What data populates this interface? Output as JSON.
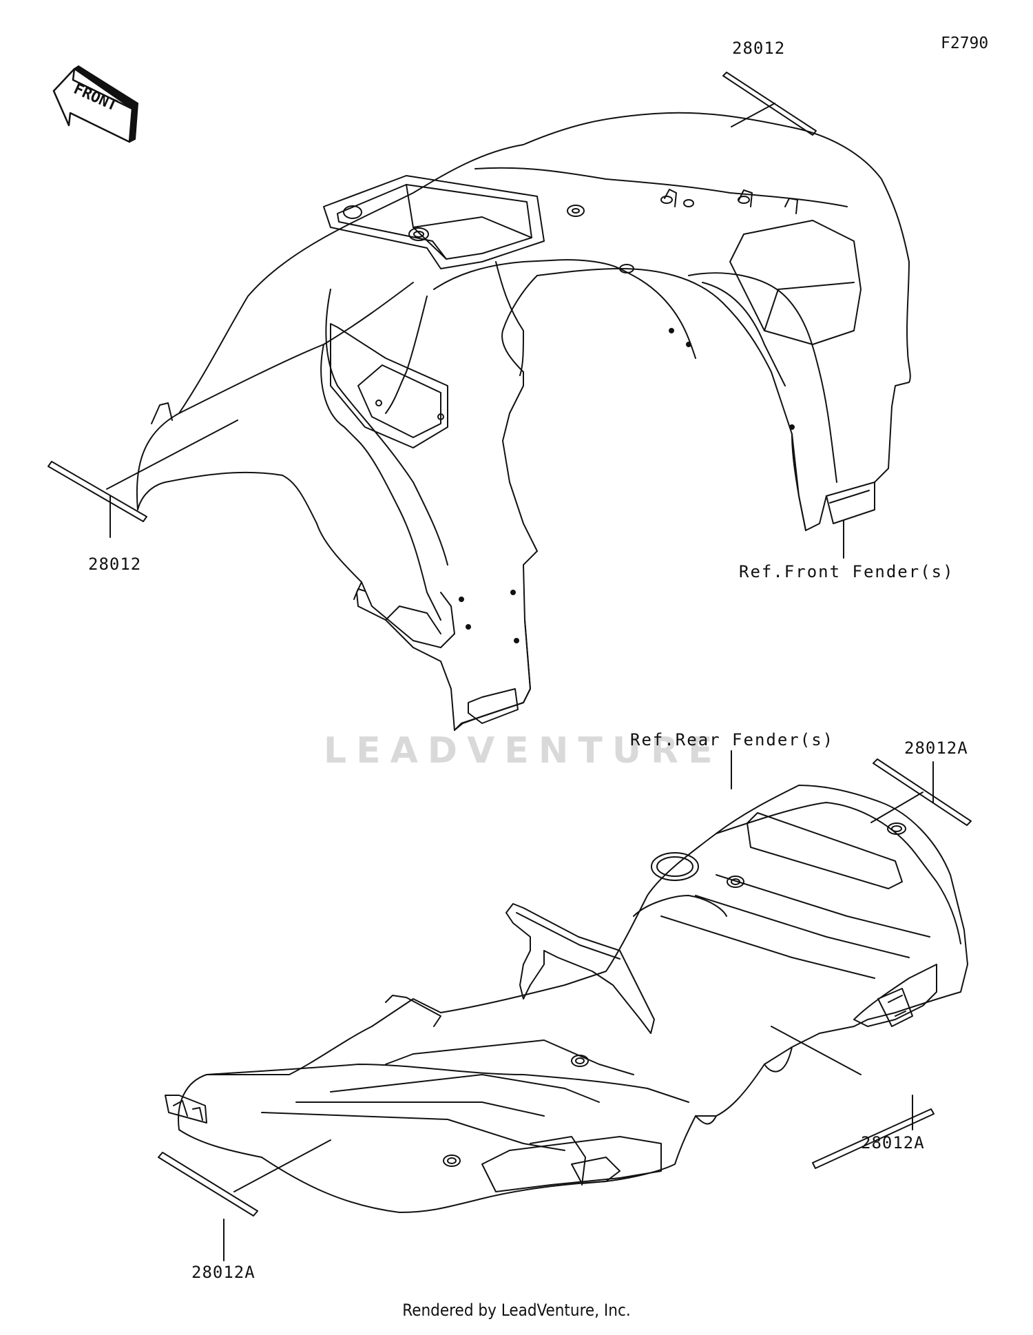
{
  "figure_code": "F2790",
  "front_arrow_text": "FRONT",
  "watermark": "LEADVENTURE",
  "footer": "Rendered by LeadVenture, Inc.",
  "references": {
    "front": "Ref.Front Fender(s)",
    "rear": "Ref.Rear Fender(s)"
  },
  "callouts": [
    {
      "id": "front-top",
      "part": "28012"
    },
    {
      "id": "front-left",
      "part": "28012"
    },
    {
      "id": "rear-top-right",
      "part": "28012A"
    },
    {
      "id": "rear-right",
      "part": "28012A"
    },
    {
      "id": "rear-left",
      "part": "28012A"
    }
  ]
}
